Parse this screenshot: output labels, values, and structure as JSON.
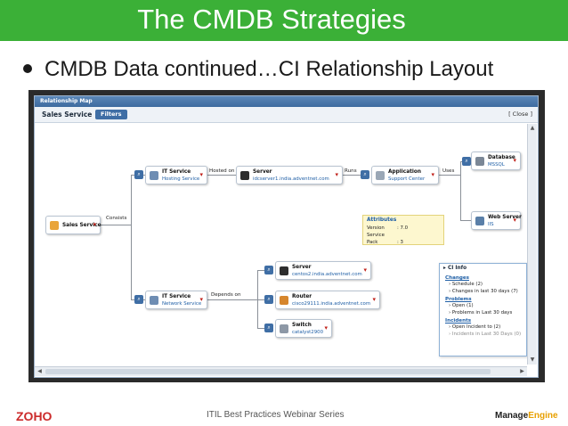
{
  "slide": {
    "title": "The CMDB Strategies",
    "bullet": "CMDB Data continued…CI Relationship Layout",
    "footer_text": "ITIL Best Practices Webinar Series",
    "logo_left": "ZOHO",
    "logo_right_a": "Manage",
    "logo_right_b": "Engine"
  },
  "window": {
    "header": "Relationship Map",
    "service_name": "Sales Service",
    "filters_label": "Filters",
    "close_label": "[ Close ]"
  },
  "nodes": {
    "sales": "Sales Service",
    "it1_name": "IT Service",
    "it1_sub": "Hosting Service",
    "server1_name": "Server",
    "server1_sub": "idcserver1.india.adventnet.com",
    "app_name": "Application",
    "app_sub": "Support Center",
    "db_name": "Database",
    "db_sub": "MSSQL",
    "web_name": "Web Server",
    "web_sub": "IIS",
    "it2_name": "IT Service",
    "it2_sub": "Network Service",
    "server2_name": "Server",
    "server2_sub": "centos2.india.adventnet.com",
    "router_name": "Router",
    "router_sub": "cisco29111.india.adventnet.com",
    "switch_name": "Switch",
    "switch_sub": "catalyst2900"
  },
  "relations": {
    "consists": "Consists",
    "hosted_on": "Hosted on",
    "runs": "Runs",
    "uses": "Uses",
    "depends_on": "Depends on"
  },
  "attributes": {
    "title": "Attributes",
    "rows": [
      {
        "k": "Version",
        "v": ": 7.0"
      },
      {
        "k": "Service Pack",
        "v": ": 3"
      }
    ]
  },
  "ci_info": {
    "title": "CI Info",
    "changes_label": "Changes",
    "changes": [
      "Schedule  (2)",
      "Changes in last 30 days (7)"
    ],
    "problems_label": "Problems",
    "problems": [
      "Open (1)",
      "Problems in Last 30 days"
    ],
    "incidents_label": "Incidents",
    "incidents": [
      "Open Incident to (2)",
      "Incidents in Last 30 Days (0)"
    ]
  },
  "colors": {
    "title_bar": "#3bb037",
    "link_blue": "#1f5fa6",
    "down_arrow": "#c0201a"
  }
}
